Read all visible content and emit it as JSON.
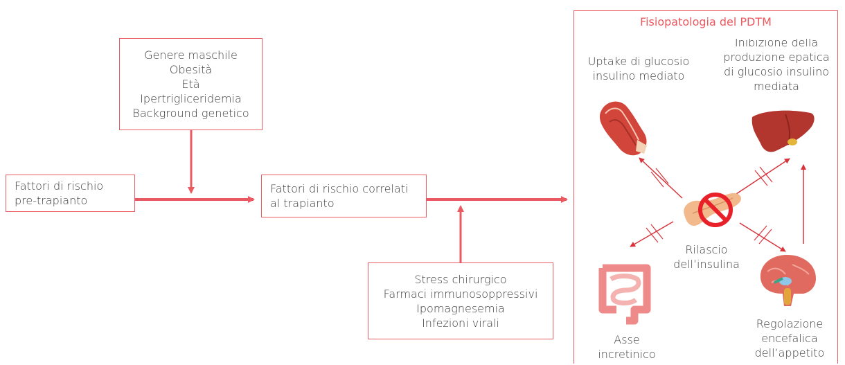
{
  "left_box": {
    "lines": [
      "Fattori di rischio",
      "pre-trapianto"
    ]
  },
  "top_box": {
    "lines": [
      "Genere maschile",
      "Obesità",
      "Età",
      "Ipertrigliceridemia",
      "Background genetico"
    ]
  },
  "center_box": {
    "lines": [
      "Fattori di rischio correlati",
      "al trapianto"
    ]
  },
  "bottom_box": {
    "lines": [
      "Stress chirurgico",
      "Farmaci immunosoppressivi",
      "Ipomagnesemia",
      "Infezioni virali"
    ]
  },
  "panel": {
    "title": "Fisiopatologia del PDTM",
    "muscle_label": [
      "Uptake di glucosio",
      "insulino mediato"
    ],
    "liver_label": [
      "Inibizione della",
      "produzione epatica",
      "di glucosio insulino",
      "mediata"
    ],
    "pancreas_label": [
      "Rilascio",
      "dell’insulina"
    ],
    "gut_label": [
      "Asse",
      "incretinico"
    ],
    "brain_label": [
      "Regolazione",
      "encefalica",
      "dell’appetito"
    ]
  },
  "colors": {
    "accent": "#e85a5f",
    "muscle": "#d2453b",
    "liver": "#b3362e",
    "gut": "#ef8a8a",
    "brain": "#e06a5f",
    "pancreas": "#f2b98c",
    "forbidden": "#e8202a"
  },
  "icons": [
    "muscle-icon",
    "liver-icon",
    "pancreas-icon",
    "forbidden-icon",
    "intestine-icon",
    "brain-icon"
  ]
}
